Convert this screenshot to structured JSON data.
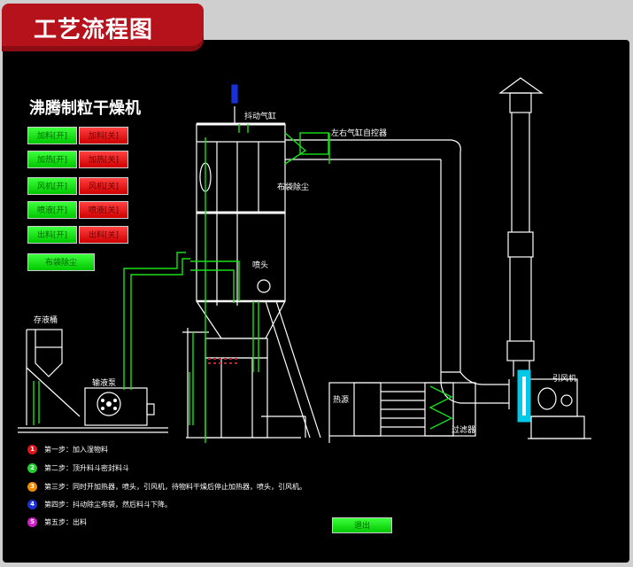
{
  "header": {
    "title": "工艺流程图"
  },
  "machine_title": "沸腾制粒干燥机",
  "controls": [
    {
      "on": "加料[开]",
      "off": "加料[关]"
    },
    {
      "on": "加热[开]",
      "off": "加热[关]"
    },
    {
      "on": "风机[开]",
      "off": "风机[关]"
    },
    {
      "on": "喷液[开]",
      "off": "喷液[关]"
    },
    {
      "on": "出料[开]",
      "off": "出料[关]"
    }
  ],
  "dust_button": "布袋除尘",
  "labels": {
    "shake_cylinder": "抖动气缸",
    "lr_cylinder": "左右气缸自控器",
    "bag_dust": "布袋除尘",
    "nozzle": "喷头",
    "tank": "存液桶",
    "pump": "输液泵",
    "heater": "热源",
    "filter": "过滤器",
    "fan": "引风机"
  },
  "steps": [
    {
      "num": "1",
      "color": "#e0141a",
      "text": "第一步：加入湿物料"
    },
    {
      "num": "2",
      "color": "#1fcf2f",
      "text": "第二步：顶升料斗密封料斗"
    },
    {
      "num": "3",
      "color": "#f08a00",
      "text": "第三步：同时开加热器，喷头，引风机，待物料干燥后停止加热器，喷头，引风机。"
    },
    {
      "num": "4",
      "color": "#1832d6",
      "text": "第四步：抖动除尘布袋，然后料斗下降。"
    },
    {
      "num": "5",
      "color": "#d21ec8",
      "text": "第五步：出料"
    }
  ],
  "exit_button": "退出",
  "colors": {
    "line": "#ffffff",
    "pipe_green": "#18e018",
    "accent_red": "#b5121b",
    "cyan": "#00c8e6"
  }
}
